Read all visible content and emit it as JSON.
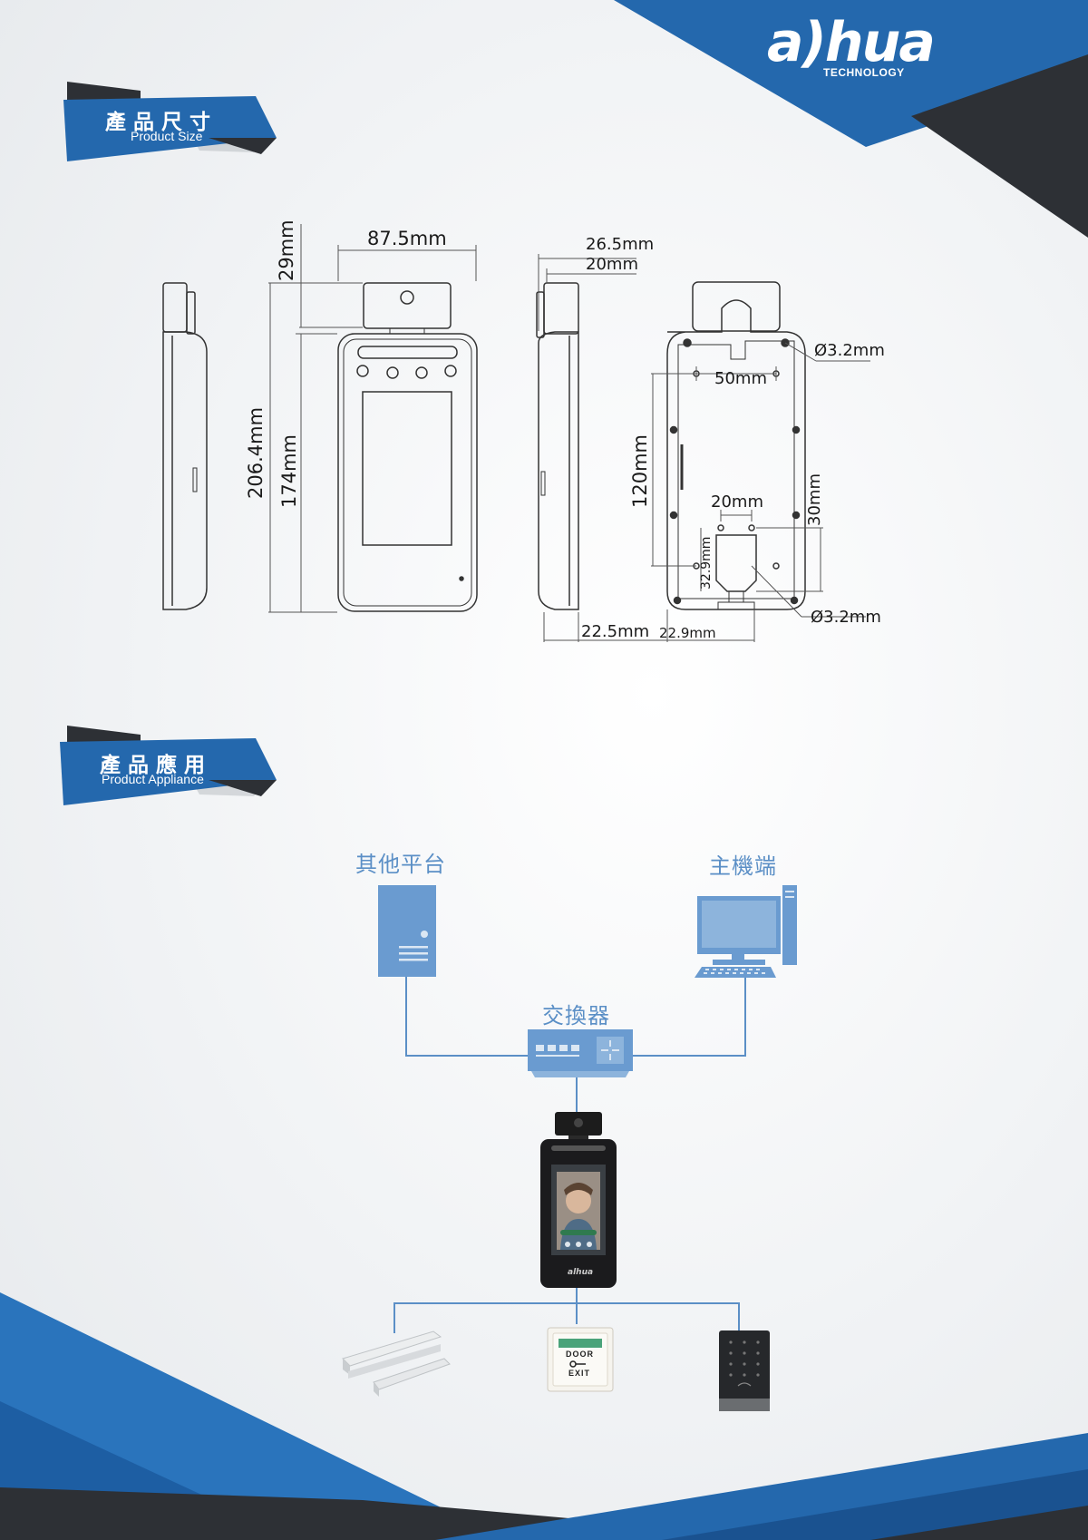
{
  "brand": {
    "name": "a)hua",
    "tagline": "TECHNOLOGY",
    "colors": {
      "blue": "#2468ad",
      "dark": "#2d3035",
      "line": "#5b8fc6"
    }
  },
  "sections": {
    "size": {
      "title_zh": "產品尺寸",
      "title_en": "Product Size"
    },
    "appliance": {
      "title_zh": "產品應用",
      "title_en": "Product Appliance"
    }
  },
  "dimensions": {
    "width": "87.5mm",
    "top_height": "29mm",
    "total_height": "206.4mm",
    "body_height": "174mm",
    "depth_top": "26.5mm",
    "depth_mid": "20mm",
    "hole_top": "Ø3.2mm",
    "hole_spacing_top": "50mm",
    "hole_vertical": "120mm",
    "hole_spacing_low": "20mm",
    "low_vertical": "30mm",
    "bracket_height": "32.9mm",
    "hole_bottom": "Ø3.2mm",
    "depth_bottom": "22.5mm",
    "offset_bottom": "22.9mm"
  },
  "appliance": {
    "other_platform": "其他平台",
    "host": "主機端",
    "switch": "交換器",
    "device_brand": "alhua",
    "door_button": {
      "line1": "DOOR",
      "line2": "EXIT"
    }
  }
}
